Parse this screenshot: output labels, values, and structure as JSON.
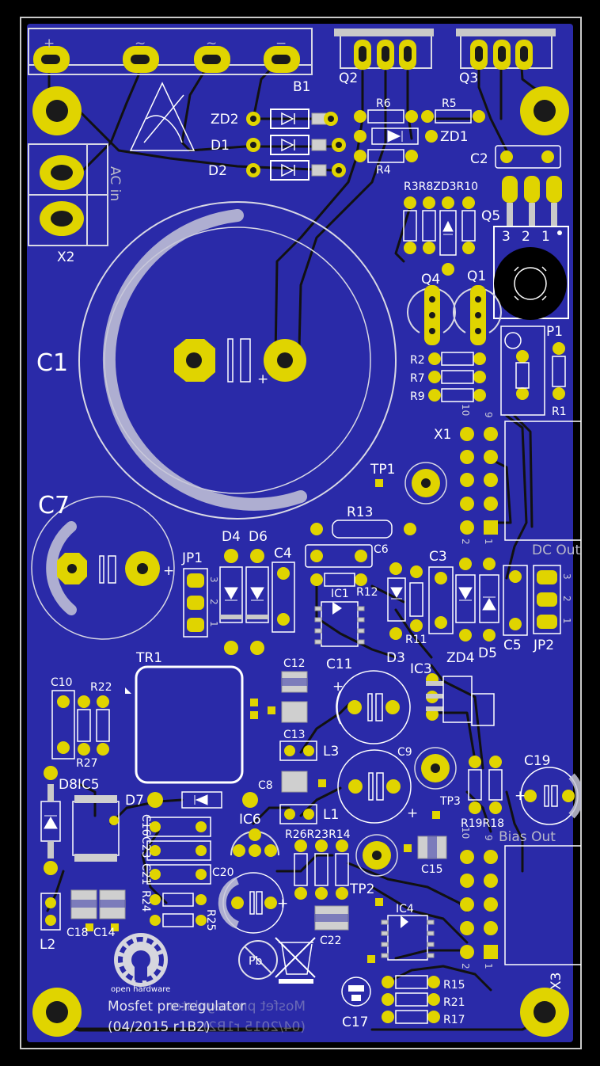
{
  "board": {
    "title": "Mosfet pre-regulator",
    "revision": "(04/2015 r1B2)",
    "logo_text": "open hardware",
    "colors": {
      "substrate": "#2a2aa8",
      "copper_pad": "#e0d400",
      "silkscreen": "#ffffff",
      "trace": "#111111"
    }
  },
  "connectors": {
    "b1": {
      "ref": "B1",
      "pins": [
        "+",
        "~",
        "~",
        "−"
      ]
    },
    "x2": {
      "ref": "X2",
      "label": "AC in"
    },
    "x1": {
      "ref": "X1",
      "label": "DC Out",
      "pin_top_left": "10",
      "pin_top_right": "9",
      "pin_bot_left": "2",
      "pin_bot_right": "1"
    },
    "x3": {
      "ref": "X3",
      "label": "Bias Out",
      "pin_top_left": "10",
      "pin_top_right": "9",
      "pin_bot_left": "2",
      "pin_bot_right": "1"
    }
  },
  "components": {
    "q2": "Q2",
    "q3": "Q3",
    "q4": "Q4",
    "q1": "Q1",
    "q5": "Q5",
    "zd2": "ZD2",
    "d1": "D1",
    "d2": "D2",
    "zd1": "ZD1",
    "r6": "R6",
    "r5": "R5",
    "r4": "R4",
    "c2": "C2",
    "r3r8zd3r10": "R3R8ZD3R10",
    "p1": "P1",
    "r1": "R1",
    "p1_pins": [
      "3",
      "2",
      "1"
    ],
    "c1": "C1",
    "r2": "R2",
    "r7": "R7",
    "r9": "R9",
    "tp1": "TP1",
    "c7": "C7",
    "r13": "R13",
    "d4": "D4",
    "d6": "D6",
    "c4": "C4",
    "c6": "C6",
    "jp1": "JP1",
    "jp1_pins": [
      "3",
      "2",
      "1"
    ],
    "ic1": "IC1",
    "r12": "R12",
    "c3": "C3",
    "d3": "D3",
    "r11": "R11",
    "zd4": "ZD4",
    "d5": "D5",
    "c5": "C5",
    "jp2": "JP2",
    "jp2_pins": [
      "3",
      "2",
      "1"
    ],
    "tr1": "TR1",
    "c10": "C10",
    "r22": "R22",
    "r27": "R27",
    "c12": "C12",
    "c11": "C11",
    "ic3": "IC3",
    "c13": "C13",
    "l3": "L3",
    "c9": "C9",
    "c8": "C8",
    "tp3": "TP3",
    "c19": "C19",
    "r19r18": "R19R18",
    "d8ic5": "D8IC5",
    "d7": "D7",
    "l1": "L1",
    "c16": "C16",
    "c23": "C23",
    "c21": "C21",
    "r24": "R24",
    "ic6": "IC6",
    "r26r23r14": "R26R23R14",
    "c15": "C15",
    "c20": "C20",
    "tp2": "TP2",
    "r25": "R25",
    "c22": "C22",
    "ic4": "IC4",
    "l2": "L2",
    "c18": "C18",
    "c14": "C14",
    "c17": "C17",
    "r15": "R15",
    "r21": "R21",
    "r17": "R17"
  }
}
